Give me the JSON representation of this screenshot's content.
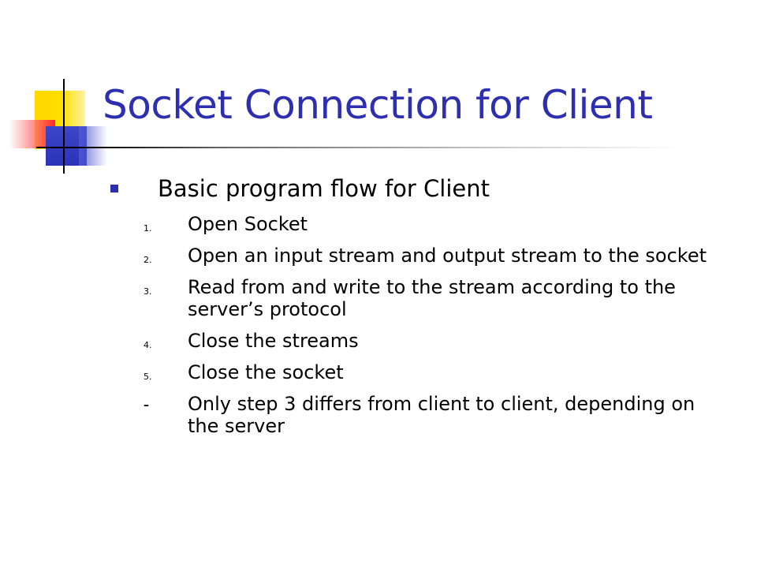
{
  "slide": {
    "title": "Socket Connection for Client",
    "bullet": "Basic program flow for Client",
    "steps": [
      {
        "marker": "1.",
        "text": "Open Socket"
      },
      {
        "marker": "2.",
        "text": "Open an input stream and output stream to the socket"
      },
      {
        "marker": "3.",
        "text": "Read from and write to the stream according to the server’s protocol"
      },
      {
        "marker": "4.",
        "text": "Close the streams"
      },
      {
        "marker": "5.",
        "text": "Close the socket"
      },
      {
        "marker": "–",
        "text": "Only step 3 differs from client to client, depending on the server"
      }
    ]
  },
  "colors": {
    "title": "#2e2eb0",
    "bullet": "#2e2eb0",
    "deco_yellow": "#ffd800",
    "deco_red": "#ff2a2a",
    "deco_blue": "#2b33b8"
  }
}
